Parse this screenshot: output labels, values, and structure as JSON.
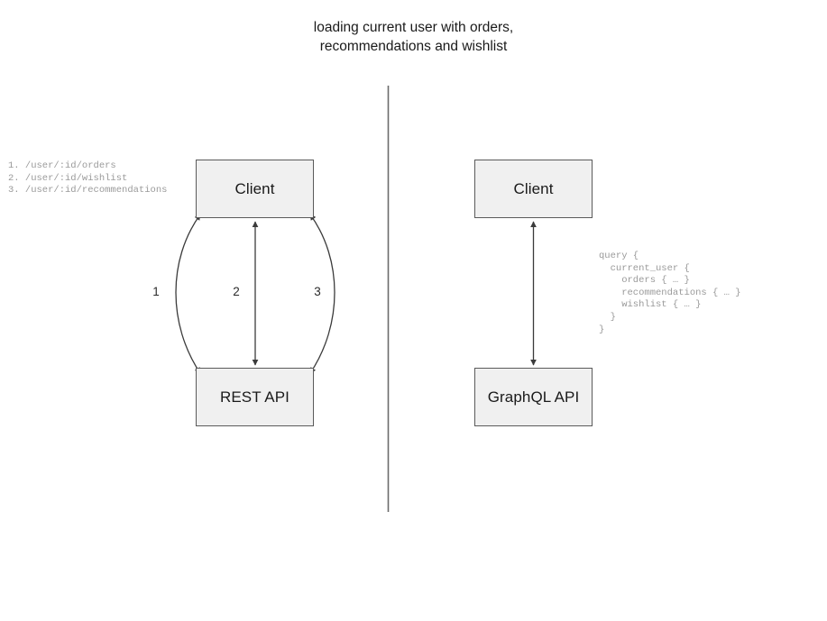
{
  "title": "loading current user with orders,\nrecommendations and wishlist",
  "colors": {
    "node_fill": "#f0f0f0",
    "node_border": "#5a5a5a",
    "edge": "#3b3b3b",
    "divider": "#6b6b6b",
    "code_text": "#9a9a9a",
    "title_text": "#1a1a1a",
    "background": "#ffffff"
  },
  "rest_side": {
    "client_label": "Client",
    "api_label": "REST API",
    "endpoints": "1. /user/:id/orders\n2. /user/:id/wishlist\n3. /user/:id/recommendations",
    "edge_labels": [
      "1",
      "2",
      "3"
    ]
  },
  "graphql_side": {
    "client_label": "Client",
    "api_label": "GraphQL API",
    "query": "query {\n  current_user {\n    orders { … }\n    recommendations { … }\n    wishlist { … }\n  }\n}"
  },
  "diagram_data": {
    "type": "comparison-diagram",
    "panels": [
      {
        "name": "rest",
        "nodes": [
          "Client",
          "REST API"
        ],
        "request_count": 3,
        "edges": [
          {
            "label": "1",
            "shape": "curve-left",
            "bidirectional": true
          },
          {
            "label": "2",
            "shape": "straight",
            "bidirectional": true
          },
          {
            "label": "3",
            "shape": "curve-right",
            "bidirectional": true
          }
        ]
      },
      {
        "name": "graphql",
        "nodes": [
          "Client",
          "GraphQL API"
        ],
        "request_count": 1,
        "edges": [
          {
            "label": "",
            "shape": "straight",
            "bidirectional": true
          }
        ]
      }
    ]
  }
}
